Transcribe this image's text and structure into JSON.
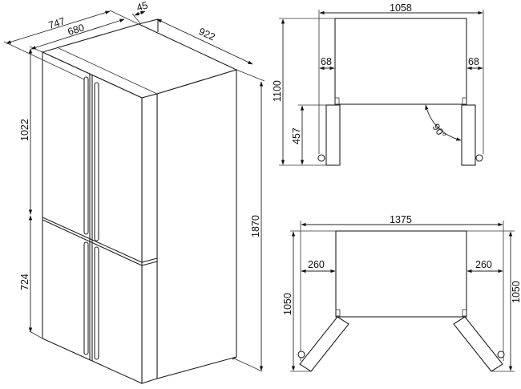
{
  "isometric_view": {
    "width_total": "747",
    "width_body": "680",
    "handle_depth": "45",
    "depth": "922",
    "upper_height": "1022",
    "lower_height": "724",
    "total_height": "1870"
  },
  "plan_view_90": {
    "overall_width": "1058",
    "side_clearance_left": "68",
    "side_clearance_right": "68",
    "overall_depth": "1100",
    "door_depth": "457",
    "opening_angle": "90°"
  },
  "plan_view_wide": {
    "overall_width": "1375",
    "side_clearance_left": "260",
    "side_clearance_right": "260",
    "depth_left": "1050",
    "depth_right": "1050"
  }
}
